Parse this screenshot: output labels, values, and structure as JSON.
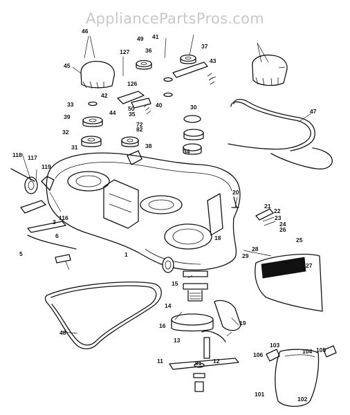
{
  "watermark": "AppliancePartsPros.com",
  "callouts": [
    "1",
    "3",
    "5",
    "6",
    "11",
    "12",
    "13",
    "14",
    "15",
    "16",
    "18",
    "19",
    "20",
    "21",
    "22",
    "23",
    "24",
    "25",
    "26",
    "27",
    "28",
    "29",
    "30",
    "31",
    "32",
    "33",
    "34",
    "35",
    "36",
    "37",
    "38",
    "39",
    "40",
    "41",
    "42",
    "43",
    "44",
    "45",
    "46",
    "47",
    "48",
    "49",
    "50",
    "72",
    "81",
    "82",
    "101",
    "102",
    "103",
    "104",
    "105",
    "106",
    "116",
    "117",
    "118",
    "119",
    "126",
    "127"
  ]
}
